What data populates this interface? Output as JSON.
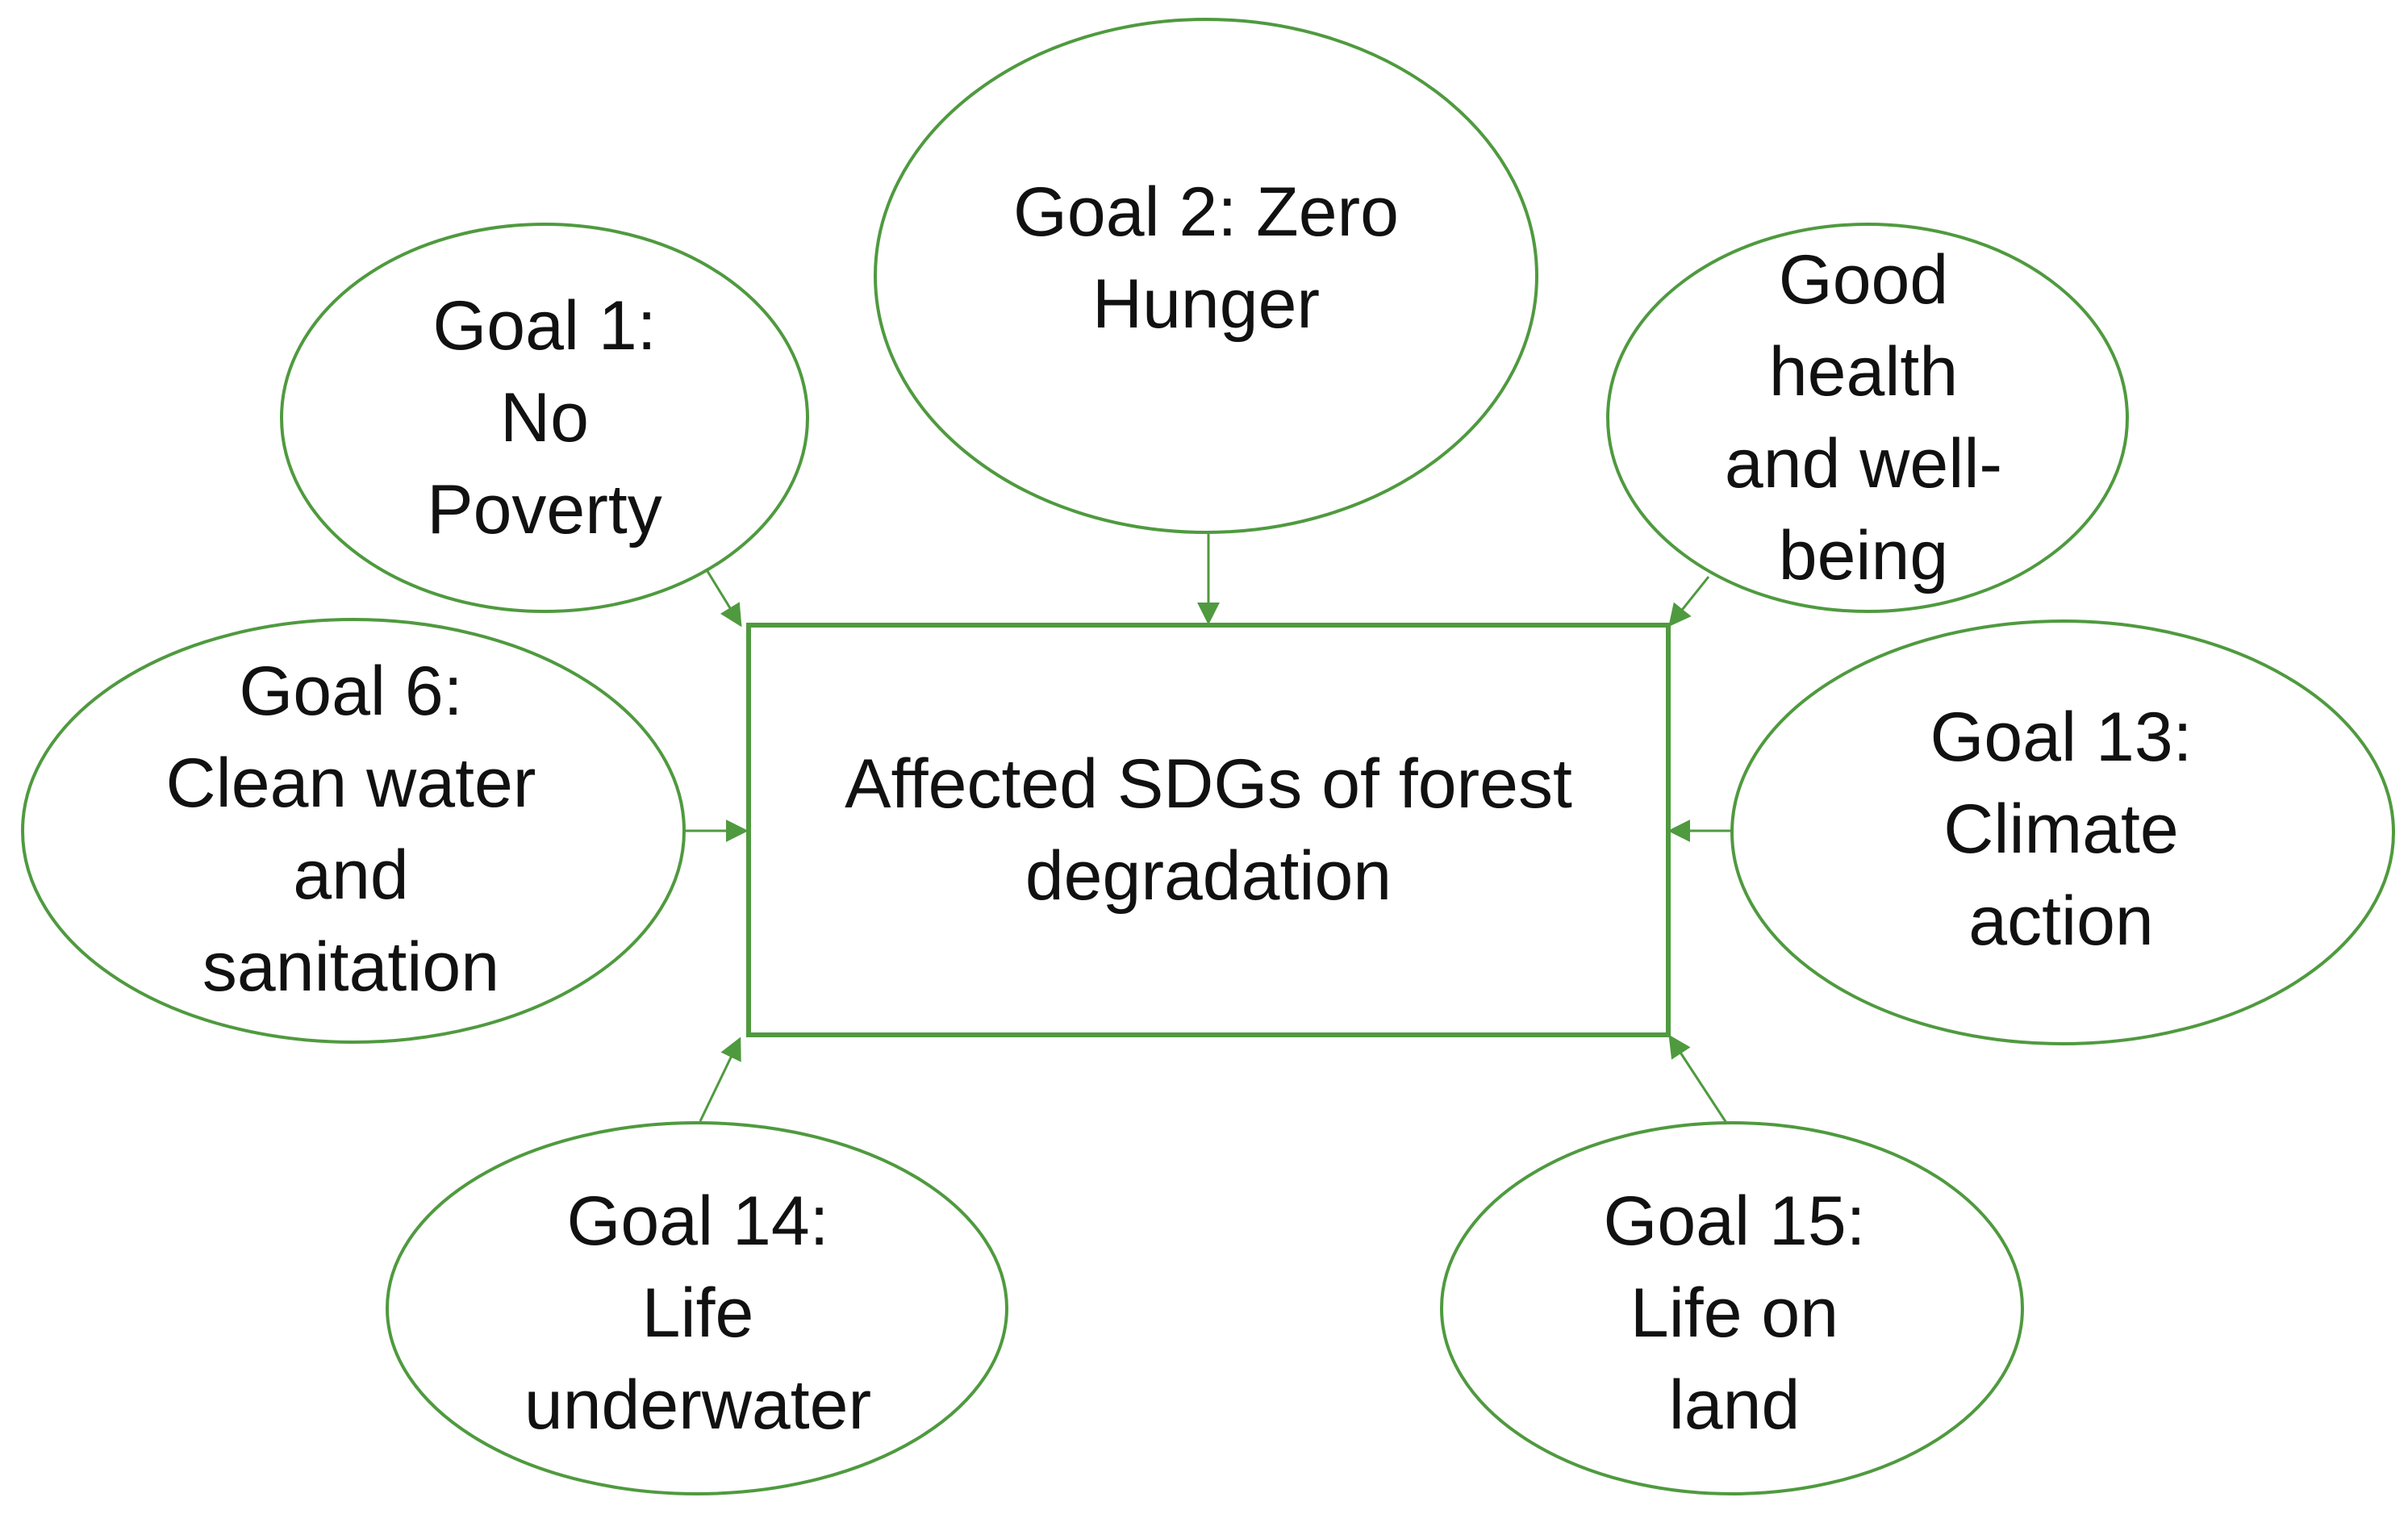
{
  "colors": {
    "stroke": "#4f9a3f",
    "text": "#111111",
    "background": "#ffffff"
  },
  "center": {
    "label": "Affected SDGs of forest\ndegradation"
  },
  "goals": {
    "goal1": "Goal 1:\nNo\nPoverty",
    "goal2": "Goal 2: Zero\nHunger",
    "goal3": "Good\nhealth\nand well-\nbeing",
    "goal6": "Goal 6:\nClean water\nand\nsanitation",
    "goal13": "Goal 13:\nClimate\naction",
    "goal14": "Goal 14:\nLife\nunderwater",
    "goal15": "Goal 15:\nLife on\nland"
  }
}
